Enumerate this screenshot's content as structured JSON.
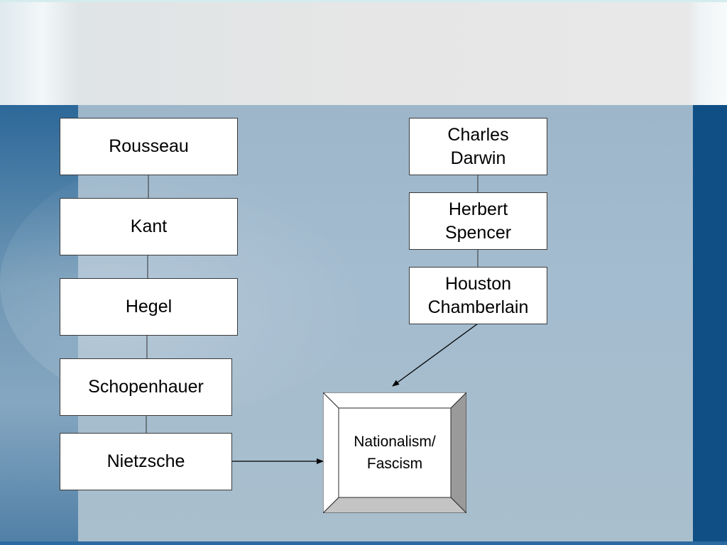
{
  "left_chain": [
    {
      "id": "rousseau",
      "label": "Rousseau"
    },
    {
      "id": "kant",
      "label": "Kant"
    },
    {
      "id": "hegel",
      "label": "Hegel"
    },
    {
      "id": "schopenhauer",
      "label": "Schopenhauer"
    },
    {
      "id": "nietzsche",
      "label": "Nietzsche"
    }
  ],
  "right_chain": [
    {
      "id": "darwin",
      "line1": "Charles",
      "line2": "Darwin"
    },
    {
      "id": "spencer",
      "line1": "Herbert",
      "line2": "Spencer"
    },
    {
      "id": "chamberlain",
      "line1": "Houston",
      "line2": "Chamberlain"
    }
  ],
  "target": {
    "line1": "Nationalism/",
    "line2": "Fascism"
  },
  "edges": [
    {
      "from": "rousseau",
      "to": "kant",
      "type": "line"
    },
    {
      "from": "kant",
      "to": "hegel",
      "type": "line"
    },
    {
      "from": "hegel",
      "to": "schopenhauer",
      "type": "line"
    },
    {
      "from": "schopenhauer",
      "to": "nietzsche",
      "type": "line"
    },
    {
      "from": "darwin",
      "to": "spencer",
      "type": "line"
    },
    {
      "from": "spencer",
      "to": "chamberlain",
      "type": "line"
    },
    {
      "from": "chamberlain",
      "to": "target",
      "type": "arrow"
    },
    {
      "from": "nietzsche",
      "to": "target",
      "type": "arrow"
    }
  ],
  "colors": {
    "box_fill": "#ffffff",
    "box_border": "#3a3a3a",
    "bevel_top": "#ffffff",
    "bevel_right": "#9a9a9a",
    "bevel_bottom": "#c4c4c4"
  }
}
